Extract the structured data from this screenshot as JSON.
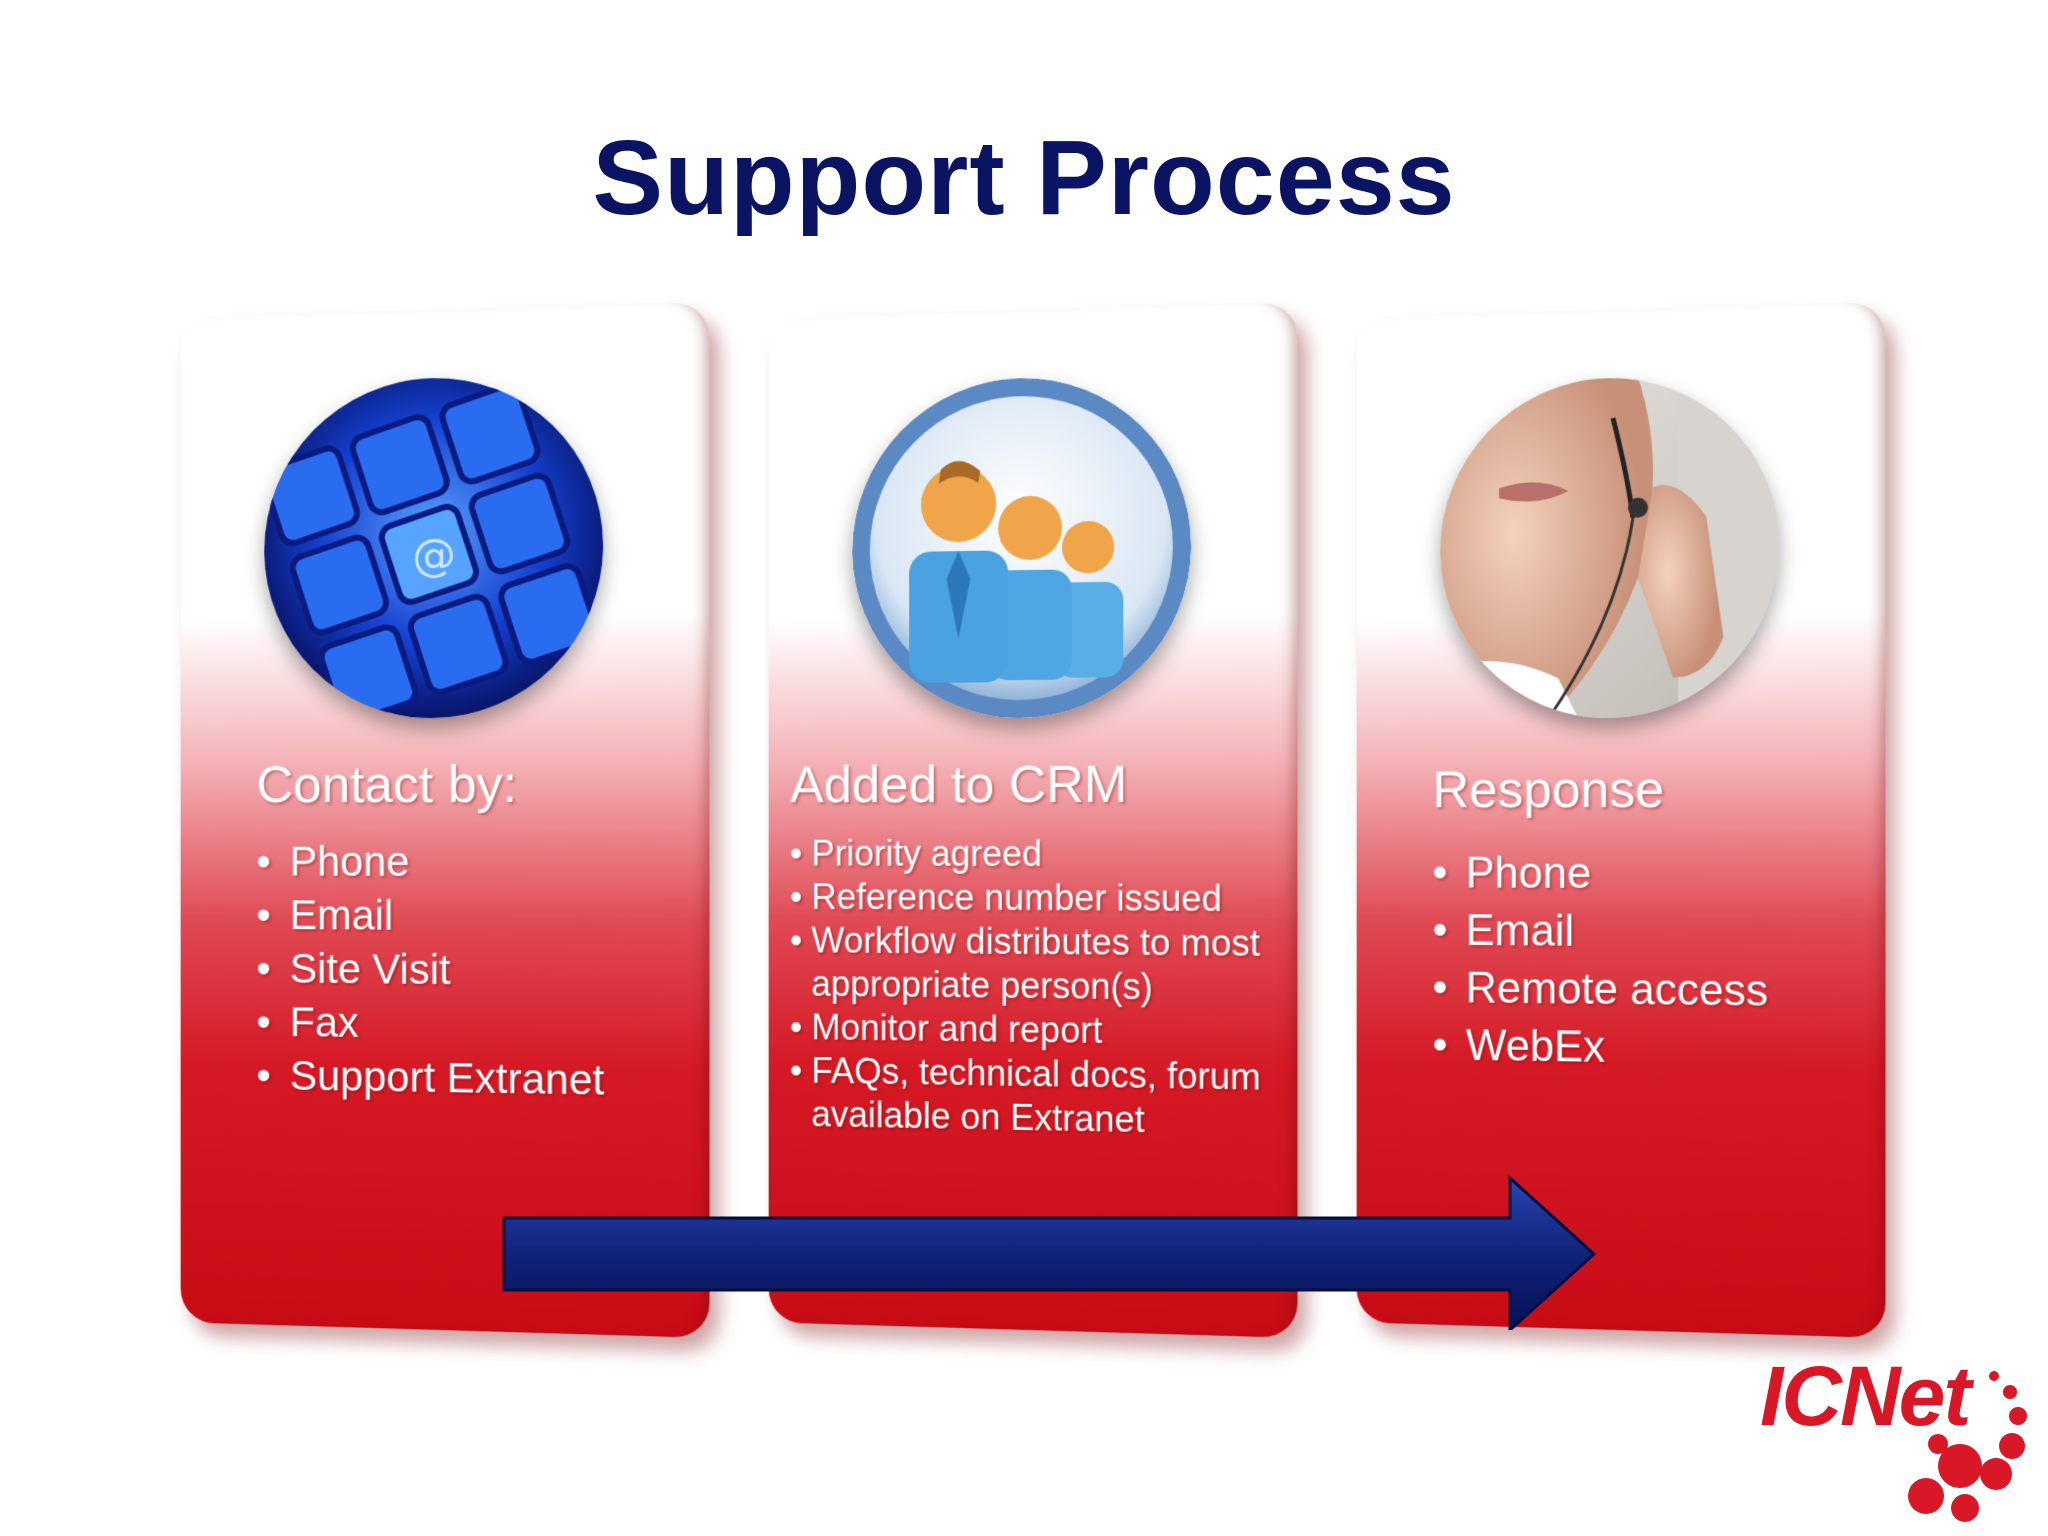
{
  "slide": {
    "title": "Support Process"
  },
  "cards": [
    {
      "heading": "Contact by:",
      "image_icon": "keyboard-at-key-icon",
      "items": [
        "Phone",
        "Email",
        "Site Visit",
        "Fax",
        "Support Extranet"
      ]
    },
    {
      "heading": "Added to CRM",
      "image_icon": "people-group-icon",
      "items": [
        "Priority agreed",
        "Reference number issued",
        "Workflow distributes to most appropriate person(s)",
        "Monitor and report",
        "FAQs, technical docs, forum available on Extranet"
      ]
    },
    {
      "heading": "Response",
      "image_icon": "headset-person-icon",
      "items": [
        "Phone",
        "Email",
        "Remote access",
        "WebEx"
      ]
    }
  ],
  "logo": {
    "text": "ICNet"
  },
  "colors": {
    "title": "#0b1462",
    "card_red": "#d51a26",
    "arrow": "#10227a",
    "logo_red": "#d81826"
  }
}
